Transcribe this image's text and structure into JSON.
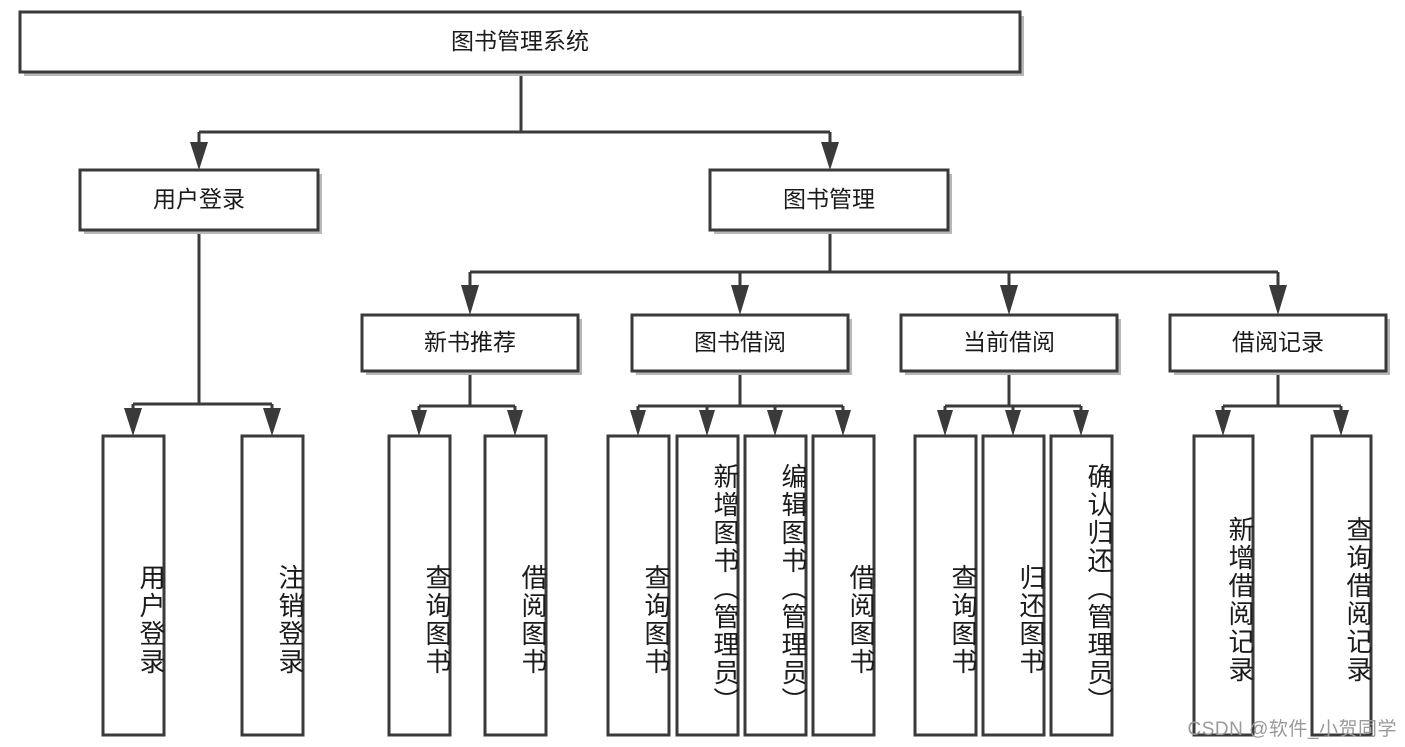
{
  "diagram": {
    "title": "图书管理系统",
    "type": "tree-hierarchy-diagram",
    "watermark": "CSDN @软件_小贺同学",
    "colors": {
      "box_stroke": "#3a3a3a",
      "box_fill": "#ffffff",
      "text": "#1b1b1b",
      "shadow": "#b8b8b8",
      "watermark": "#9a9a9a",
      "background": "#ffffff"
    },
    "root": {
      "label": "图书管理系统"
    },
    "level2": [
      {
        "label": "用户登录"
      },
      {
        "label": "图书管理"
      }
    ],
    "level3": [
      {
        "label": "新书推荐"
      },
      {
        "label": "图书借阅"
      },
      {
        "label": "当前借阅"
      },
      {
        "label": "借阅记录"
      }
    ],
    "leaves": {
      "user_login": [
        {
          "label": "用户登录"
        },
        {
          "label": "注销登录"
        }
      ],
      "new_book_recommend": [
        {
          "label": "查询图书"
        },
        {
          "label": "借阅图书"
        }
      ],
      "book_borrow": [
        {
          "label": "查询图书"
        },
        {
          "label": "新增图书（管理员）"
        },
        {
          "label": "编辑图书（管理员）"
        },
        {
          "label": "借阅图书"
        }
      ],
      "current_borrow": [
        {
          "label": "查询图书"
        },
        {
          "label": "归还图书"
        },
        {
          "label": "确认归还（管理员）"
        }
      ],
      "borrow_record": [
        {
          "label": "新增借阅记录"
        },
        {
          "label": "查询借阅记录"
        }
      ]
    }
  }
}
